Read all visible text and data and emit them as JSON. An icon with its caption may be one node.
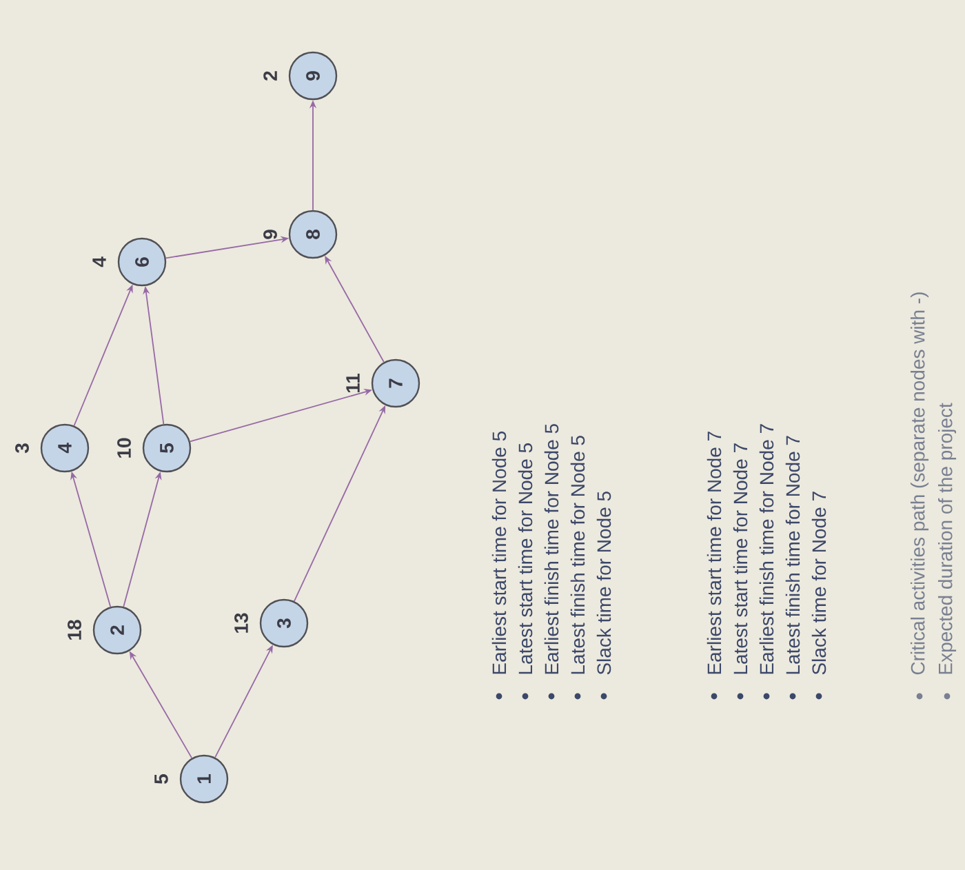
{
  "diagram": {
    "nodes": [
      {
        "text": [
          "1"
        ],
        "beside": [
          "5"
        ]
      },
      {
        "text": [
          "2"
        ],
        "beside": [
          "18"
        ]
      },
      {
        "text": [
          "3"
        ],
        "beside": [
          "13"
        ]
      },
      {
        "text": [
          "4"
        ],
        "beside": [
          "3"
        ]
      },
      {
        "text": [
          "5"
        ],
        "beside": [
          "10"
        ]
      },
      {
        "text": [
          "6"
        ],
        "beside": [
          "4"
        ]
      },
      {
        "text": [
          "7"
        ],
        "beside": [
          "11"
        ]
      },
      {
        "text": [
          "8"
        ],
        "beside": [
          "9"
        ]
      },
      {
        "text": [
          "9"
        ],
        "beside": [
          "2"
        ]
      }
    ],
    "edges": [
      {
        "from": 0,
        "to": 1,
        "arrow": "to"
      },
      {
        "from": 0,
        "to": 2,
        "arrow": "to"
      },
      {
        "from": 1,
        "to": 3,
        "arrow": "to"
      },
      {
        "from": 1,
        "to": 4,
        "arrow": "to"
      },
      {
        "from": 2,
        "to": 6,
        "arrow": "to"
      },
      {
        "from": 3,
        "to": 5,
        "arrow": "to"
      },
      {
        "from": 4,
        "to": 5,
        "arrow": "to"
      },
      {
        "from": 4,
        "to": 6,
        "arrow": "to"
      },
      {
        "from": 5,
        "to": 7,
        "arrow": "to"
      },
      {
        "from": 6,
        "to": 7,
        "arrow": "to"
      },
      {
        "from": 7,
        "to": 8,
        "arrow": "to"
      }
    ],
    "labels": [
      "Earliest start time for Node 5",
      "Latest start time for Node 5",
      "Earliest finish time for Node 5",
      "Latest finish time for Node 5",
      "Slack time for Node 5",
      "Earliest start time for Node 7",
      "Latest start time for Node 7",
      "Earliest finish time for Node 7",
      "Latest finish time for Node 7",
      "Slack time for Node 7",
      "Critical activities path (separate nodes with -)",
      "Expected duration of the project"
    ]
  }
}
